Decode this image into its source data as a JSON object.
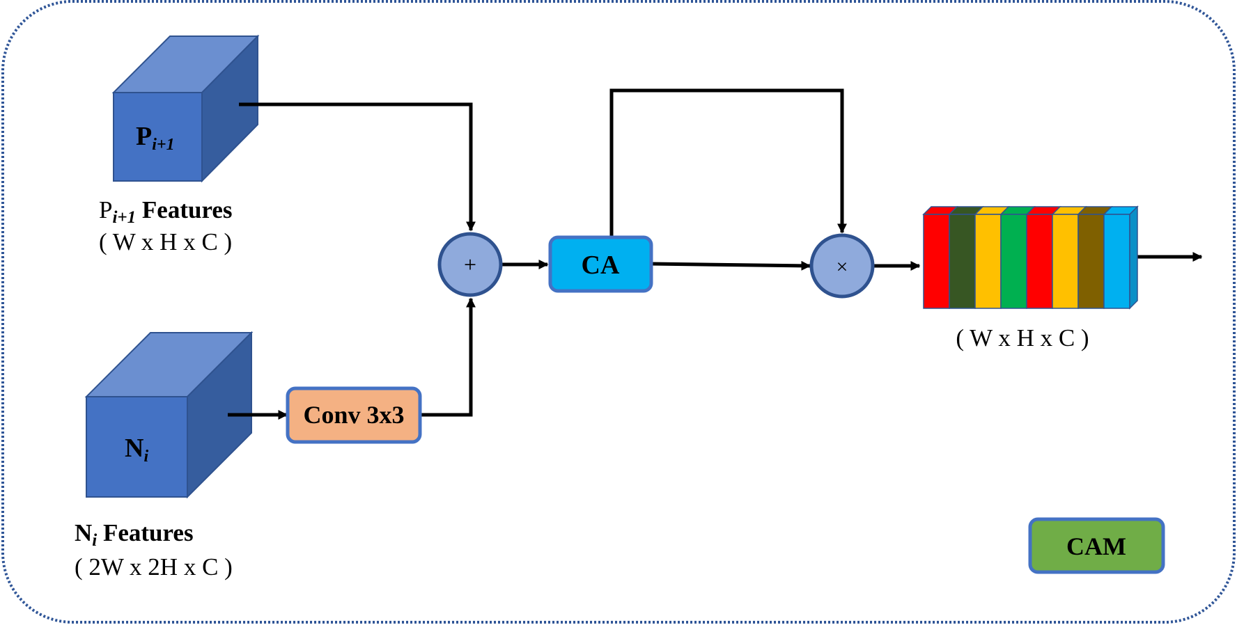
{
  "colors": {
    "frame_border": "#2f5597",
    "cube_front": "#4472c4",
    "cube_top": "#6b8fd0",
    "cube_side": "#365d9e",
    "cube_stroke": "#2f528f",
    "circle_fill": "#8faadc",
    "circle_stroke": "#2f528f",
    "ca_fill": "#00b0f0",
    "conv_fill": "#f4b183",
    "cam_fill": "#70ad47",
    "box_stroke": "#4472c4",
    "arrow": "#000000"
  },
  "cube_p": {
    "label_main": "P",
    "label_sub": "i+1",
    "caption_main": "P",
    "caption_sub": "i+1",
    "caption_word": " Features",
    "caption_dims": "( W x H x C )"
  },
  "cube_n": {
    "label_main": "N",
    "label_sub": "i",
    "caption_main": "N",
    "caption_sub": "i",
    "caption_word": " Features",
    "caption_dims": "( 2W x 2H x C )"
  },
  "conv_box": {
    "label": "Conv 3x3"
  },
  "add_node": {
    "symbol": "+"
  },
  "ca_box": {
    "label": "CA"
  },
  "mul_node": {
    "symbol": "×"
  },
  "output_tensor": {
    "stripe_colors": [
      "#ff0000",
      "#375623",
      "#ffc000",
      "#00b050",
      "#ff0000",
      "#ffc000",
      "#7f6000",
      "#00b0f0"
    ],
    "dims": "( W x H x C )"
  },
  "module_badge": {
    "label": "CAM"
  }
}
